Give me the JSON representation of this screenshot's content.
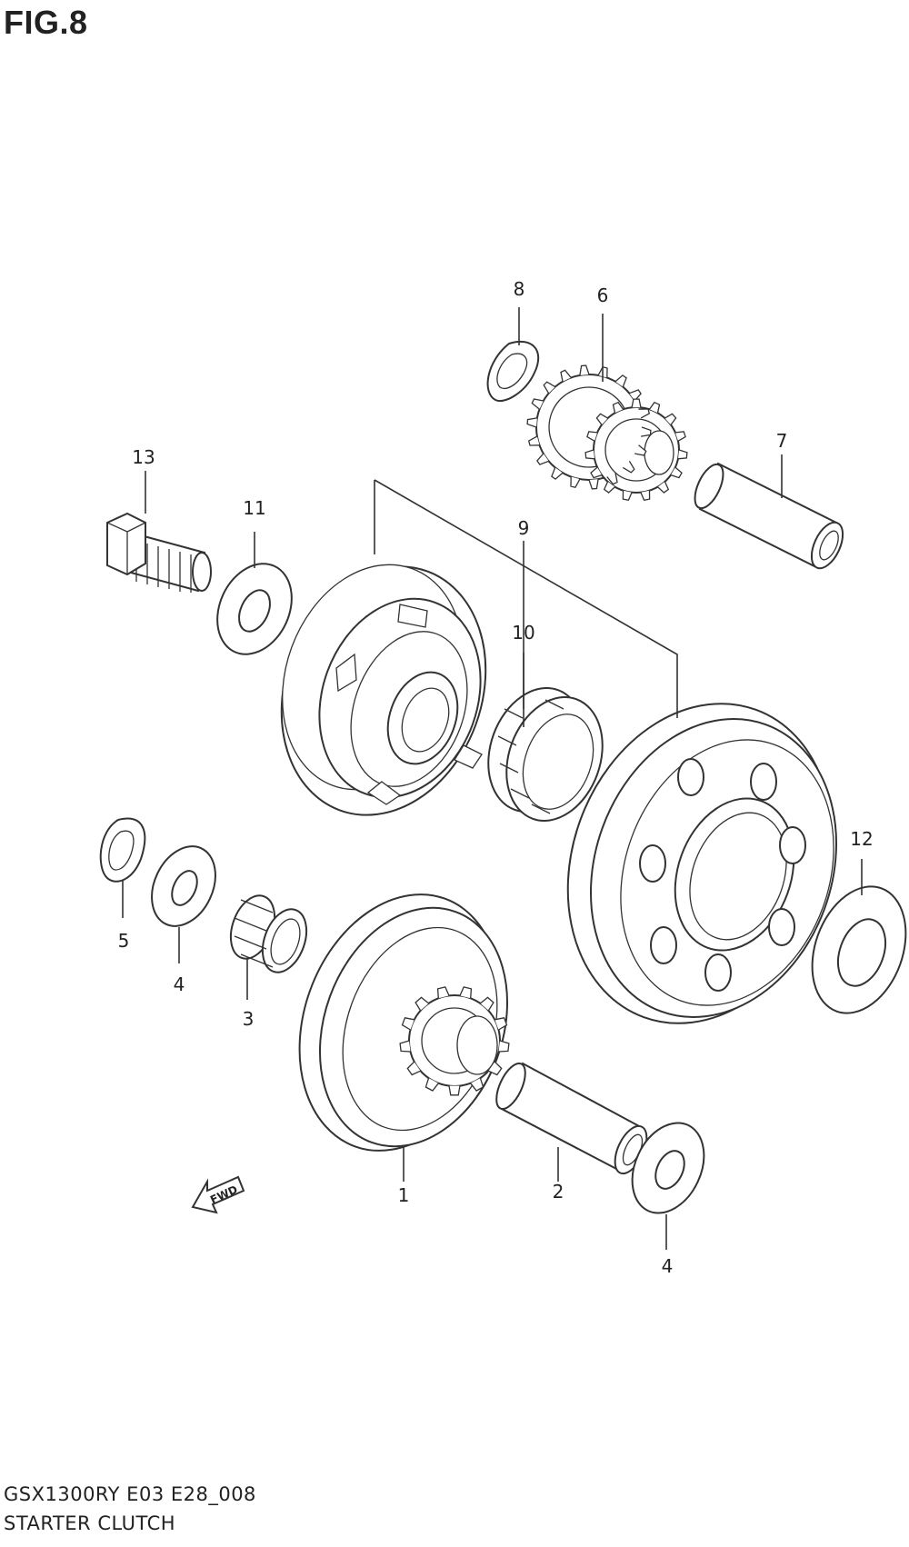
{
  "figure": {
    "title": "FIG.8",
    "model_code": "GSX1300RY E03 E28_008",
    "section_name": "STARTER CLUTCH",
    "fwd_label": "FWD"
  },
  "callouts": [
    "1",
    "2",
    "3",
    "4",
    "4",
    "5",
    "6",
    "7",
    "8",
    "9",
    "10",
    "11",
    "12",
    "13"
  ]
}
